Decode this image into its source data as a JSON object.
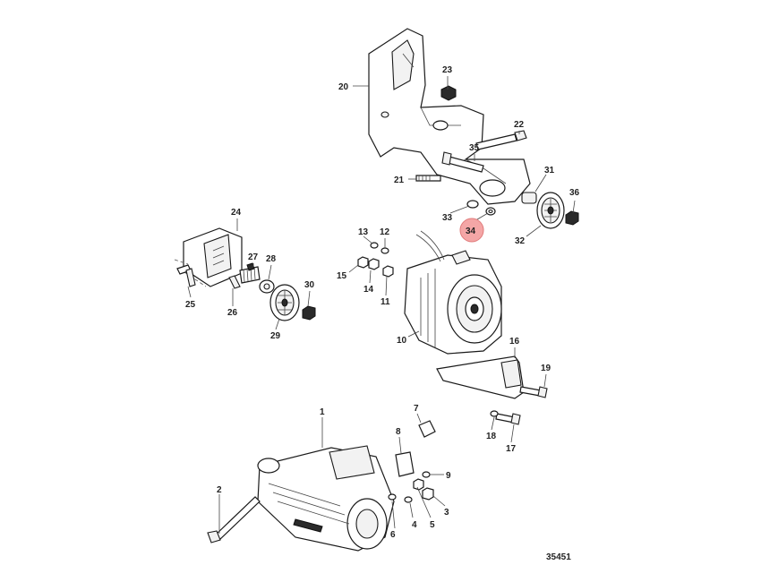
{
  "diagram": {
    "figure_number": "35451",
    "highlighted_callout": "34",
    "highlight_color": "#f4a6a6",
    "callouts": {
      "c1": "1",
      "c2": "2",
      "c3": "3",
      "c4": "4",
      "c5": "5",
      "c6": "6",
      "c7": "7",
      "c8": "8",
      "c9": "9",
      "c10": "10",
      "c11": "11",
      "c12": "12",
      "c13": "13",
      "c14": "14",
      "c15": "15",
      "c16": "16",
      "c17": "17",
      "c18": "18",
      "c19": "19",
      "c20": "20",
      "c21": "21",
      "c22": "22",
      "c23": "23",
      "c24": "24",
      "c25": "25",
      "c26": "26",
      "c27": "27",
      "c28": "28",
      "c29": "29",
      "c30": "30",
      "c31": "31",
      "c32": "32",
      "c33": "33",
      "c34": "34",
      "c35": "35",
      "c36": "36"
    }
  }
}
